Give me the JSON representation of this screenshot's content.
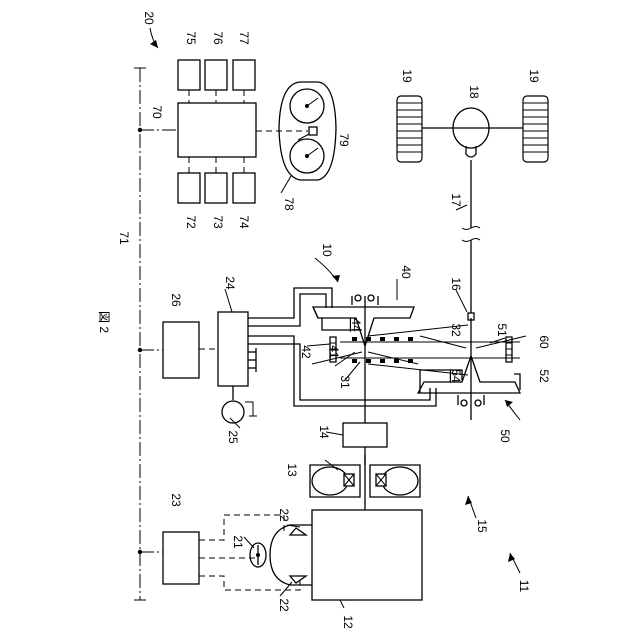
{
  "figure": {
    "title": "図 2"
  },
  "labels": {
    "l10": "10",
    "l11": "11",
    "l12": "12",
    "l13": "13",
    "l14": "14",
    "l15": "15",
    "l16": "16",
    "l17": "17",
    "l18": "18",
    "l19a": "19",
    "l19b": "19",
    "l20": "20",
    "l21": "21",
    "l22a": "22",
    "l22b": "22",
    "l23": "23",
    "l24": "24",
    "l25": "25",
    "l26": "26",
    "l31": "31",
    "l32": "32",
    "l40": "40",
    "l41": "41",
    "l42": "42",
    "l44": "44",
    "l50": "50",
    "l51": "51",
    "l52": "52",
    "l54": "54",
    "l60": "60",
    "l70": "70",
    "l71": "71",
    "l72": "72",
    "l73": "73",
    "l74": "74",
    "l75": "75",
    "l76": "76",
    "l77": "77",
    "l78": "78",
    "l79": "79"
  }
}
